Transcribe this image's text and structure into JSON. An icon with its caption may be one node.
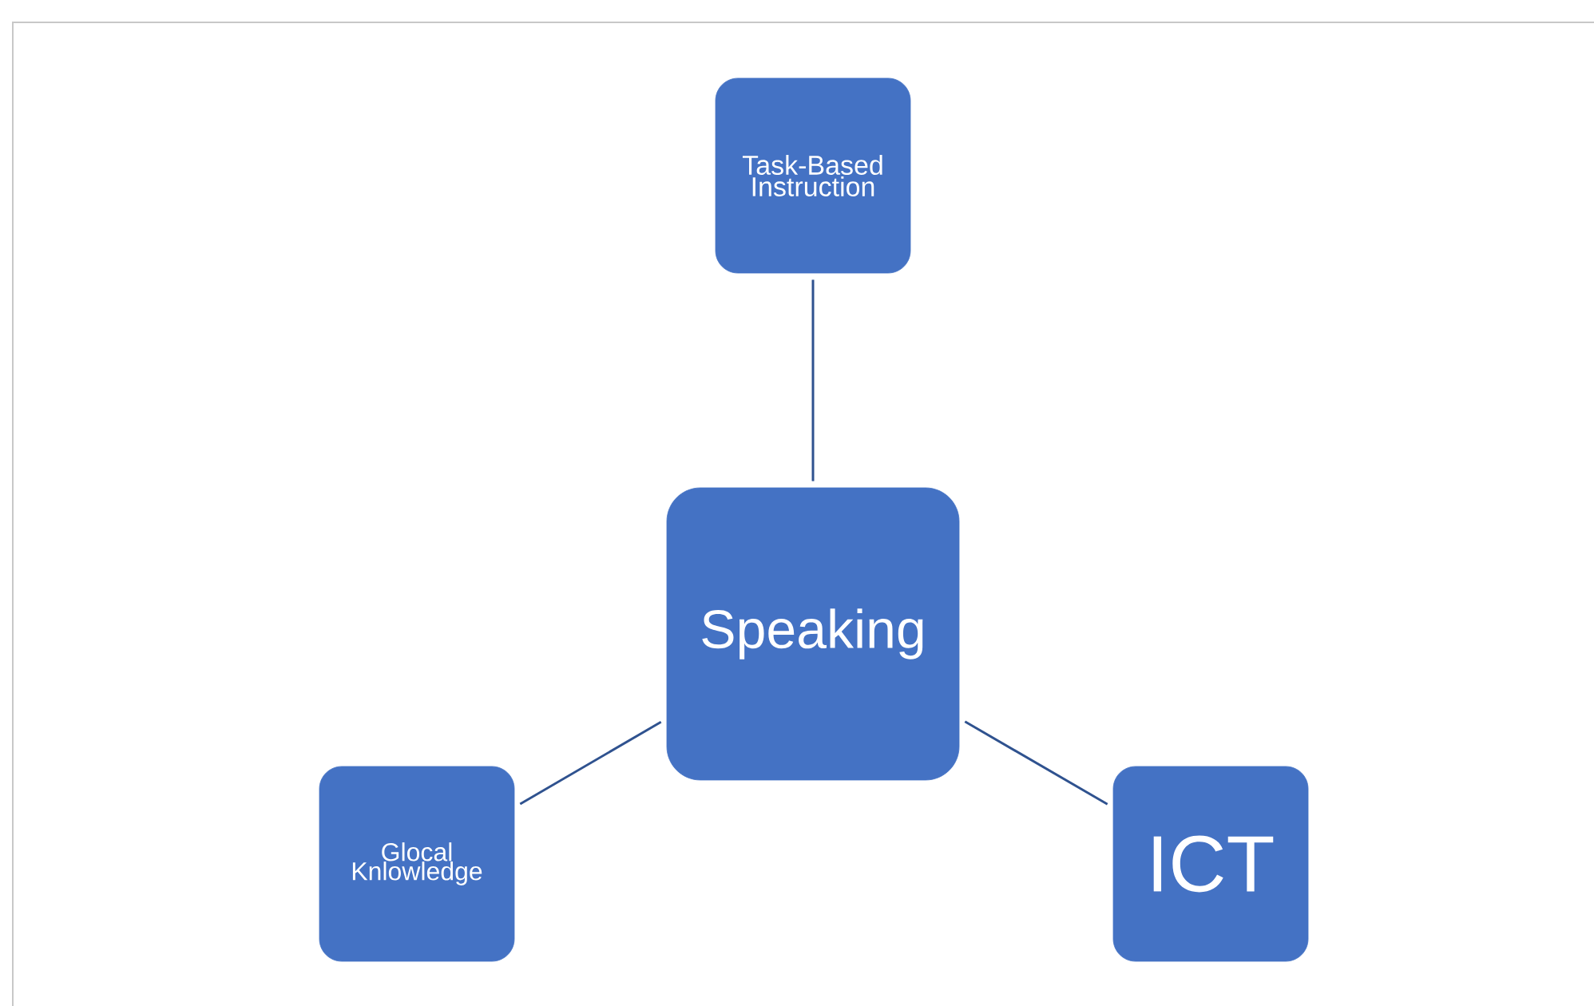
{
  "diagram": {
    "nodes": [
      {
        "text": [
          "Speaking"
        ]
      },
      {
        "text": [
          "Task-Based Instruction"
        ]
      },
      {
        "text": [
          "Glocal Knlowledge"
        ]
      },
      {
        "text": [
          "ICT"
        ]
      }
    ],
    "edges": [
      {
        "from": 0,
        "to": 1,
        "arrow": "none"
      },
      {
        "from": 0,
        "to": 2,
        "arrow": "none"
      },
      {
        "from": 0,
        "to": 3,
        "arrow": "none"
      }
    ]
  }
}
